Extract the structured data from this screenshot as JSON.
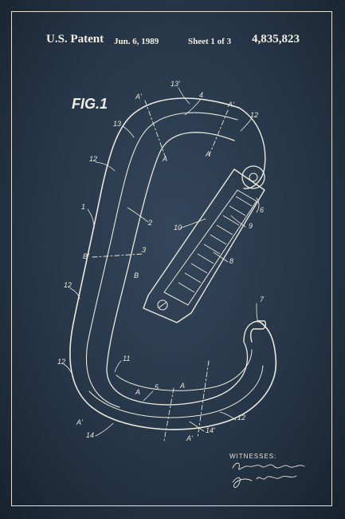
{
  "header": {
    "patent_label": "U.S. Patent",
    "date": "Jun. 6, 1989",
    "sheet": "Sheet 1 of 3",
    "patent_number": "4,835,823"
  },
  "figure": {
    "title": "FIG.1",
    "reference_labels": [
      "13'",
      "4",
      "A'",
      "A'",
      "12",
      "13",
      "A",
      "A",
      "12",
      "6",
      "1",
      "2",
      "10",
      "9",
      "B'",
      "3",
      "B",
      "8",
      "12",
      "7",
      "12",
      "11",
      "A",
      "5",
      "A",
      "A'",
      "12",
      "14",
      "A'",
      "14'"
    ]
  },
  "witnesses": {
    "title": "WITNESSES:"
  },
  "colors": {
    "background": "#263648",
    "ink": "#ece8da"
  }
}
